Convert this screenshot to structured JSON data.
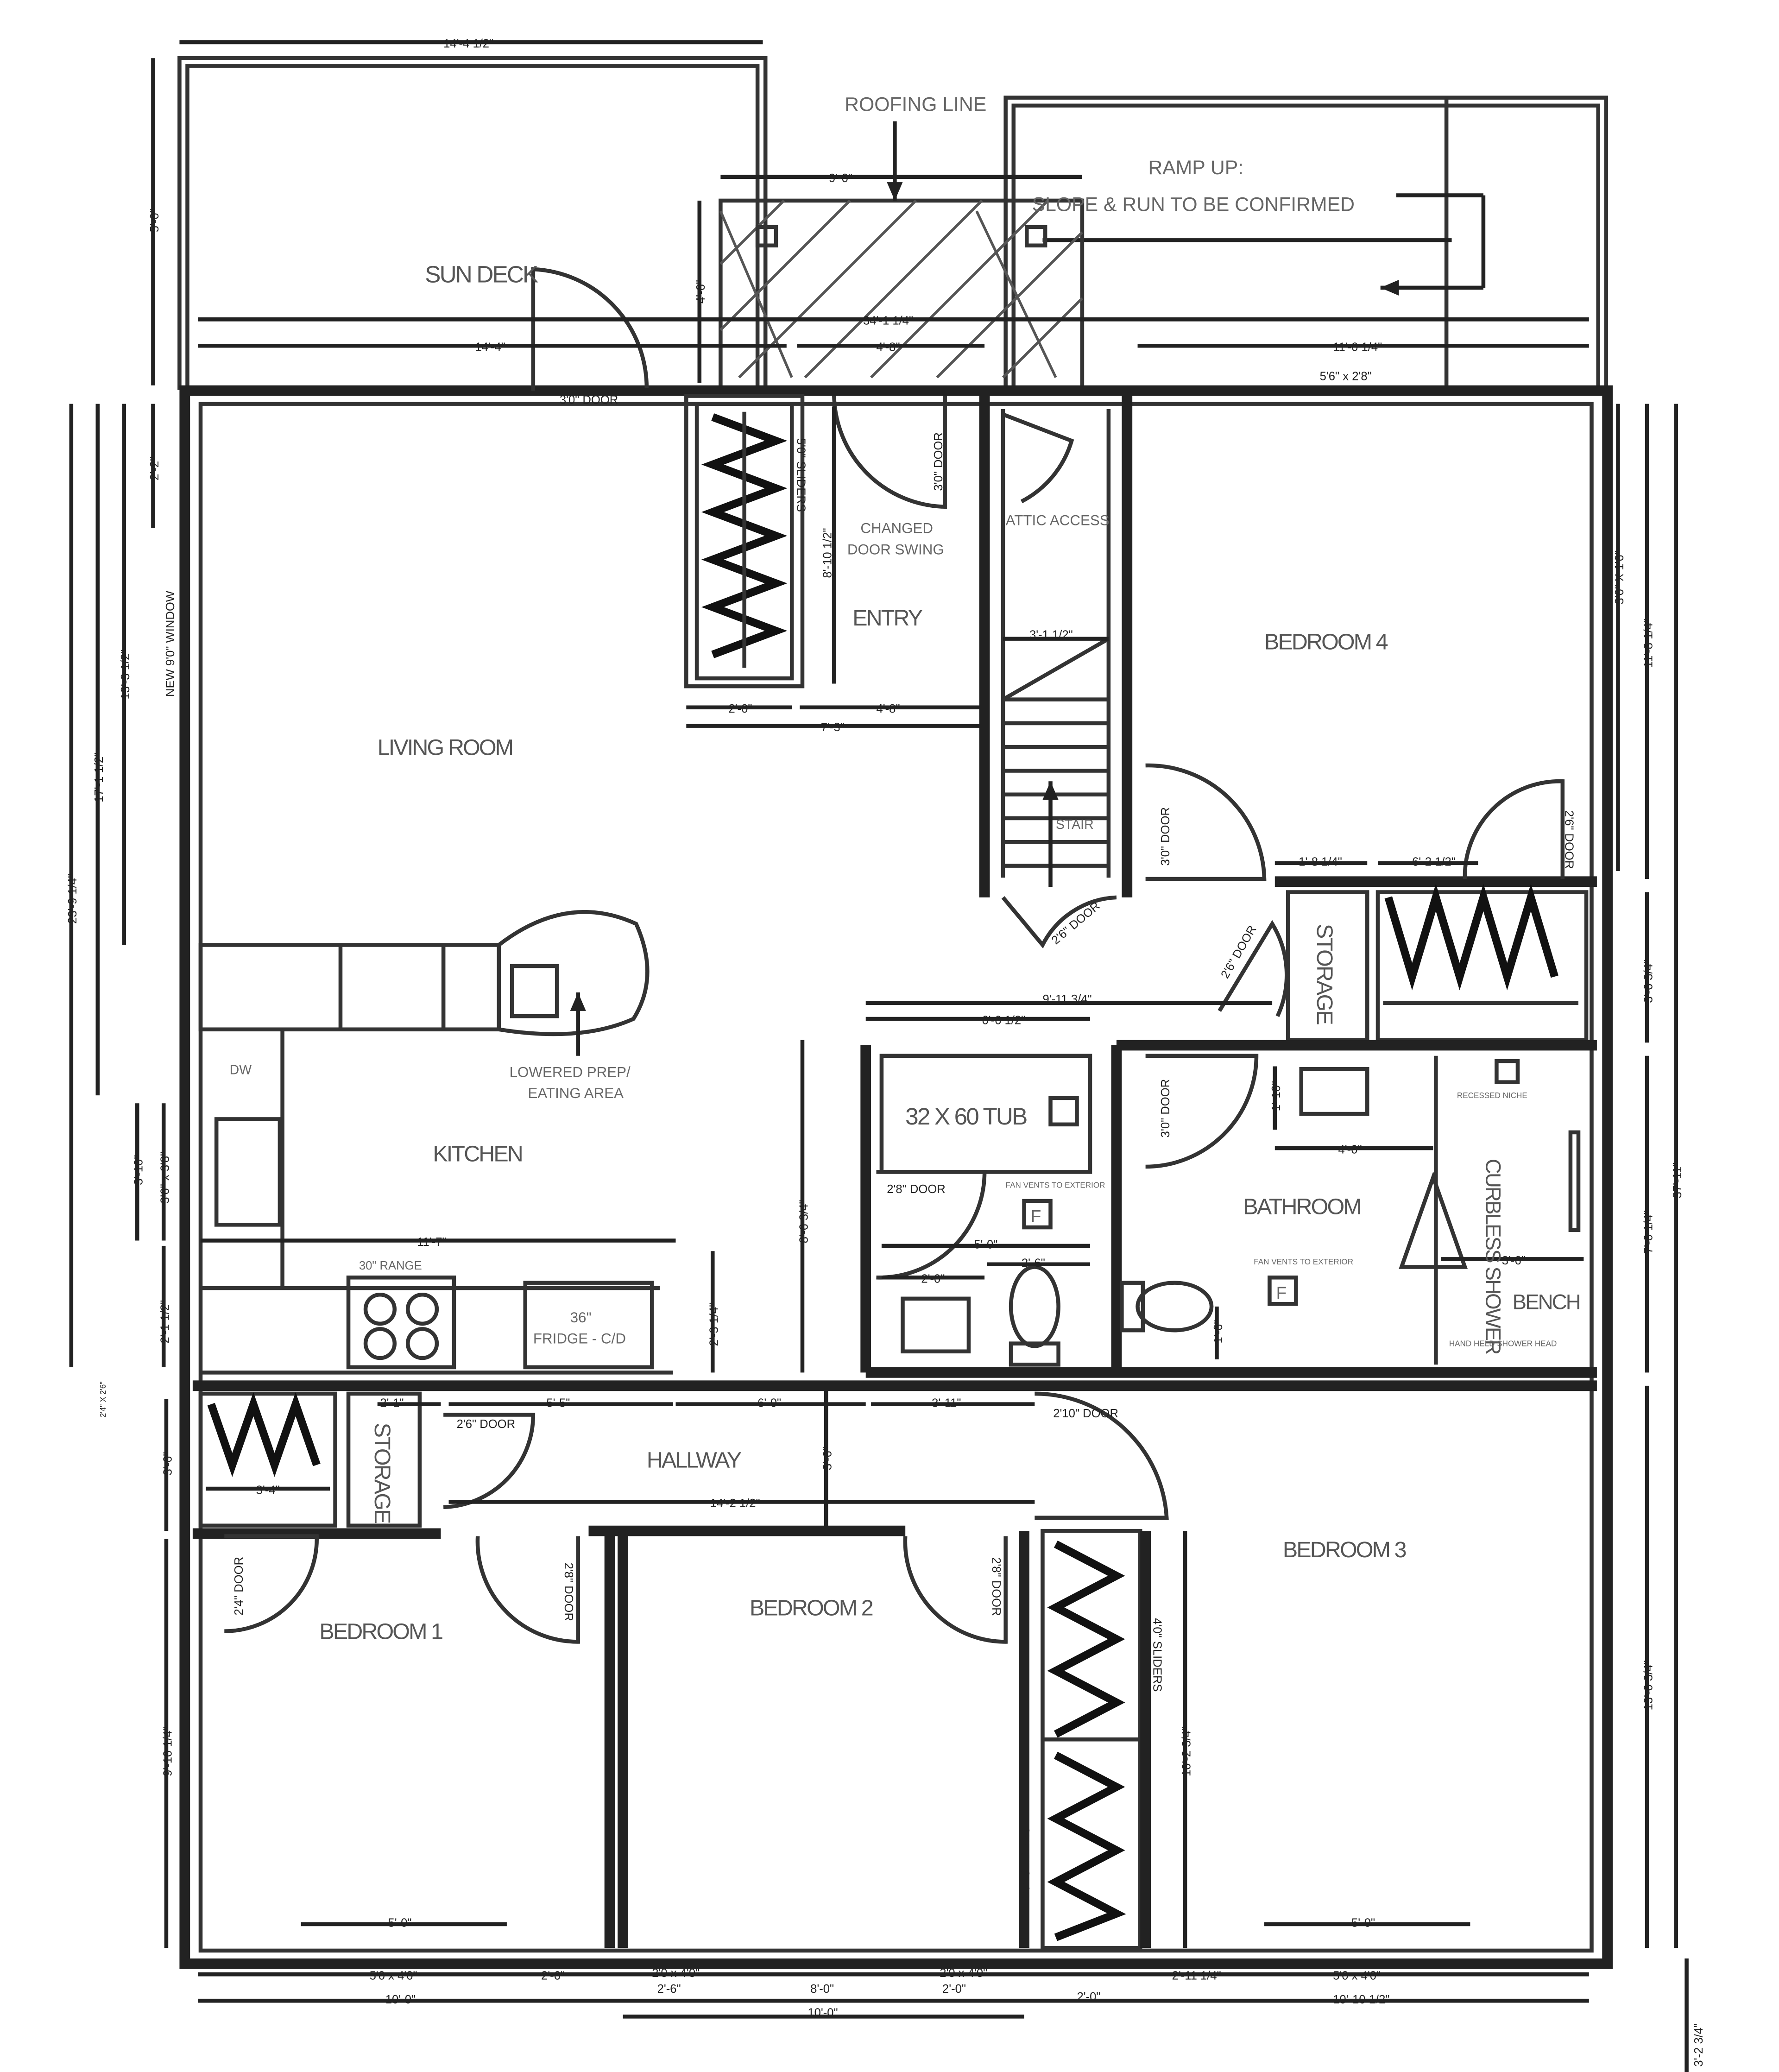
{
  "rooms": {
    "sun_deck": "SUN DECK",
    "entry": "ENTRY",
    "living_room": "LIVING ROOM",
    "kitchen": "KITCHEN",
    "bedroom_4": "BEDROOM 4",
    "bathroom": "BATHROOM",
    "hallway": "HALLWAY",
    "bedroom_1": "BEDROOM 1",
    "bedroom_2": "BEDROOM 2",
    "bedroom_3": "BEDROOM 3",
    "storage_upper": "STORAGE",
    "storage_lower": "STORAGE",
    "stair": "STAIR"
  },
  "notes": {
    "roofing_line": "ROOFING LINE",
    "ramp_line1": "RAMP UP:",
    "ramp_line2": "SLOPE & RUN TO BE CONFIRMED",
    "changed_swing_1": "CHANGED",
    "changed_swing_2": "DOOR SWING",
    "attic_access": "ATTIC ACCESS",
    "lowered_prep_1": "LOWERED PREP/",
    "lowered_prep_2": "EATING AREA",
    "tub": "32 X 60 TUB",
    "curbless_shower": "CURBLESS SHOWER",
    "bench": "BENCH",
    "range": "30\" RANGE",
    "fridge_1": "36\"",
    "fridge_2": "FRIDGE - C/D",
    "dw": "DW",
    "fan_1": "FAN VENTS TO EXTERIOR",
    "fan_2": "FAN VENTS TO EXTERIOR",
    "shower_head": "HAND HELD SHOWER HEAD",
    "recessed_niche": "RECESSED NICHE",
    "fan_symbol": "F",
    "new_window": "NEW 9'0\" WINDOW"
  },
  "doors": {
    "deck_door": "3'0\" DOOR",
    "entry_sliders": "5'0\" SLIDERS",
    "entry_door": "3'0\" DOOR",
    "bed4_door": "3'0\" DOOR",
    "bed4_closet_door": "2'6\" DOOR",
    "stair_door": "2'6\" DOOR",
    "storage_door": "2'6\" DOOR",
    "bath_door": "3'0\" DOOR",
    "tub_door": "2'8\" DOOR",
    "hall_storage_door": "2'6\" DOOR",
    "bed3_hall_door": "2'10\" DOOR",
    "bed1_closet_door": "2'4\" DOOR",
    "bed1_door": "2'8\" DOOR",
    "bed2_door": "2'8\" DOOR",
    "bed3_sliders_upper": "4'0\" SLIDERS",
    "bed3_sliders_lower": "4'0\" SLIDERS"
  },
  "dims": {
    "top_deck_width": "14'-4 1/2\"",
    "deck_depth": "5'-0\"",
    "roof_width": "9'-0\"",
    "roof_depth": "4'-6\"",
    "overall_top": "34'-1 1/4\"",
    "deck_span": "14'-4\"",
    "entry_span": "4'-8\"",
    "right_top": "11'-0 1/4\"",
    "bed4_window": "5'6\" x 2'8\"",
    "closet_depth": "8'-10 1/2\"",
    "closet_2": "2'-0\"",
    "entry_4_8": "4'-8\"",
    "entry_7_3": "7'-3\"",
    "stair_width": "3'-1 1/2\"",
    "left_top_2_2": "2'-2\"",
    "left_13_3": "13'-3 1/2\"",
    "left_17_1": "17'-1 1/2\"",
    "left_23_9": "23'-9 1/4\"",
    "kitchen_window": "3'6\" x 3'8\"",
    "kitchen_3_10": "3'-10\"",
    "kitchen_width": "11'-7\"",
    "kitchen_2_1": "2'-1 1/2\"",
    "fridge_2_3": "2'-3 1/4\"",
    "bed4_small_1": "1'-8 1/4\"",
    "bed4_small_2": "6'-2 1/2\"",
    "right_window": "3'0\" X 1'6\"",
    "right_11": "11'-8 1/4\"",
    "right_3_6": "3'-6 3/4\"",
    "right_7_0": "7'-0 1/4\"",
    "right_37_11": "37'-11\"",
    "right_13_0": "13'-0 3/4\"",
    "bath_9_11": "9'-11 3/4\"",
    "bath_6_6": "6'-6 1/2\"",
    "bath_8_6": "8'-6 3/4\"",
    "bath_5_0": "5'-0\"",
    "bath_2_6": "2'-6\"",
    "bath_2_0": "2'-0\"",
    "bath_1_10": "1'-10\"",
    "bath_4_0": "4'-0\"",
    "bath_3_6": "3'-6\"",
    "bath_1_6": "1'-6\"",
    "hall_2_1": "2'-1\"",
    "hall_5_5": "5'-5\"",
    "hall_6_0": "6'-0\"",
    "hall_3_11": "3'-11\"",
    "hall_3_6": "3'-6\"",
    "hall_14_2": "14'-2 1/2\"",
    "bed1_closet": "3'-4\"",
    "left_3_6": "3'-6\"",
    "left_9_10": "9'-10 1/4\"",
    "left_tiny": "2'4\" X 2'6\"",
    "bed3_10_2": "10'-2 3/4\"",
    "win_5_0_a": "5'-0\"",
    "win_5_0_b": "5'-0\"",
    "bot_5040_a": "5'0 x 4'0\"",
    "bot_2_6": "2'-6\"",
    "bot_2040": "2'0 x 4'0\"",
    "bot_2040_b": "2'0 x 4'0\"",
    "bot_5040_b": "5'0 x 4'0\"",
    "bot_2_11": "2'-11 1/4\"",
    "bot_2_6b": "2'-6\"",
    "bot_8_0": "8'-0\"",
    "bot_2_0": "2'-0\"",
    "bot_2_0b": "2'-0\"",
    "bot_10_0_a": "10'-0\"",
    "bot_10_0_b": "10'-0\"",
    "bot_10_10": "10'-10 1/2\"",
    "bot_right": "3'-2 3/4\""
  }
}
